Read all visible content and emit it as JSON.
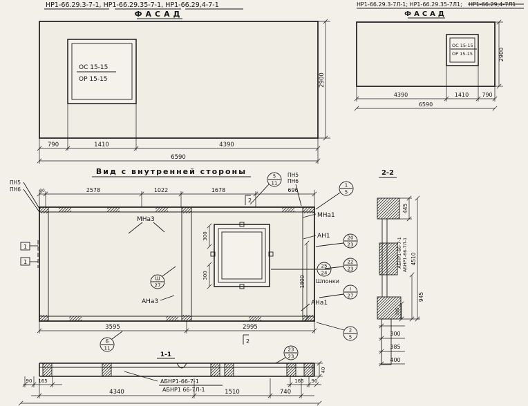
{
  "fl": {
    "title": "НР1-66.29.3-7-1, НР1-66.29.35-7-1, НР1-66.29,4-7-1",
    "fasad": "ФАСАД",
    "win1": "ОС 15-15",
    "win2": "ОР 15-15",
    "d1": "790",
    "d2": "1410",
    "d3": "4390",
    "total": "6590",
    "h": "2900"
  },
  "fr": {
    "title_a": "НР1-66.29.3-7Л-1; НР1-66.29.35-7Л1;",
    "title_b": "НР1-66.29,4-7Л1",
    "fasad": "ФАСАД",
    "win1": "ОС 15-15",
    "win2": "ОР 15-15",
    "d1": "4390",
    "d2": "1410",
    "d3": "790",
    "total": "6590",
    "h": "2900"
  },
  "mid": {
    "title": "Вид с внутренней стороны",
    "pn5": "ПН5",
    "pn6": "ПН6",
    "d90": "90",
    "d2578": "2578",
    "d1022": "1022",
    "d1678": "1678",
    "d696": "696",
    "flag2": "2",
    "sec1": "1",
    "mna3": "МНа3",
    "mna1": "МНа1",
    "an1": "АН1",
    "ana1": "АНа1",
    "ana3": "АНа3",
    "shponki": "Шпонки",
    "w300t": "300",
    "w300b": "300",
    "v1800": "1800",
    "d3595": "3595",
    "d2995": "2995",
    "label11": "1-1"
  },
  "refs": {
    "r5_11": {
      "t": "5",
      "b": "11"
    },
    "r1_5": {
      "t": "1",
      "b": "5"
    },
    "r20_23": {
      "t": "20",
      "b": "23"
    },
    "r22_23": {
      "t": "22",
      "b": "23"
    },
    "r25_24": {
      "t": "25",
      "b": "24"
    },
    "rsh_27": {
      "t": "Ш",
      "b": "27"
    },
    "r1_27": {
      "t": "I",
      "b": "27"
    },
    "r2_5": {
      "t": "2",
      "b": "5"
    },
    "rb_11": {
      "t": "Б",
      "b": "11"
    },
    "r23_23": {
      "t": "23",
      "b": "23"
    }
  },
  "s22": {
    "title": "2-2",
    "d445": "445",
    "d4510": "4510",
    "d945": "945",
    "d105": "105",
    "d300": "300",
    "d385": "385",
    "d400": "400",
    "lbl1": "АБНР1-66-7-1",
    "lbl2": "АБНР1-66-7Л-1"
  },
  "s11": {
    "lbl1": "АБНР1-66-7-1",
    "lbl2": "АБНР1 66-7Л-1",
    "d90l": "90",
    "d165l": "165",
    "d4340": "4340",
    "d1510": "1510",
    "d740": "740",
    "d165r": "165",
    "d90r": "90",
    "d40": "40"
  }
}
